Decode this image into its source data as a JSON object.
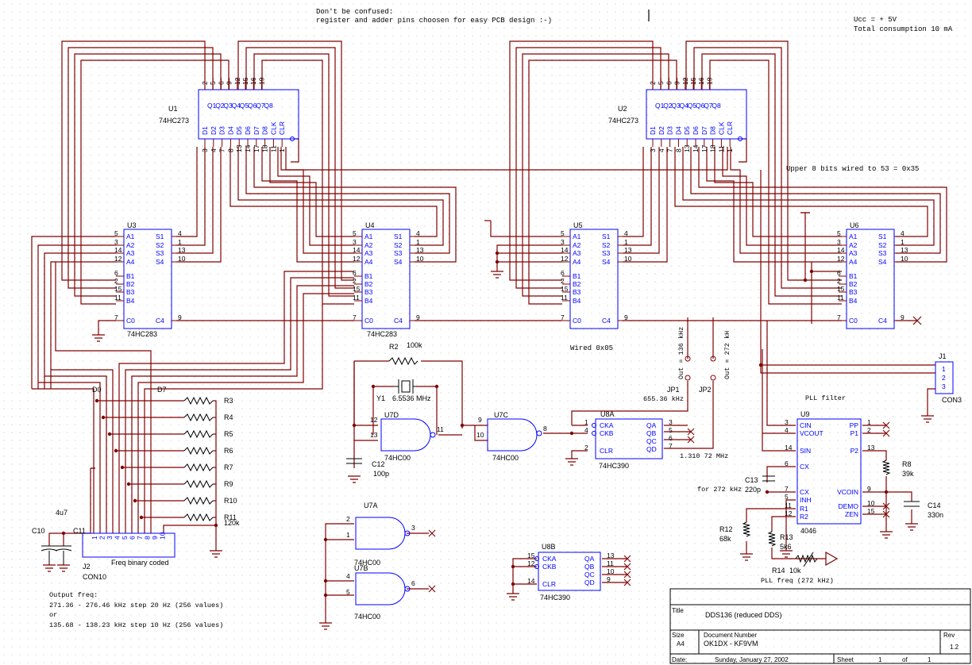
{
  "notes": {
    "note_line1": "Don't be confused:",
    "note_line2": "register and adder pins choosen for easy PCB design :-)",
    "vcc": "Ucc = + 5V",
    "consumption": "Total consumption 10 mA",
    "upper_bits": "Upper 8 bits wired to 53 = 0x35",
    "wired": "Wired 0x05",
    "output_title": "Output freq:",
    "output_line1": "271.36 - 276.46 kHz step 20 Hz (256 values)",
    "output_or": "or",
    "output_line2": "135.68 - 138.23 kHz step 10 Hz (256 values)",
    "pll_filter": "PLL filter",
    "for_272": "for 272 kHz",
    "pll_freq": "PLL freq (272 kHz)",
    "osc_freq": "655.36 kHz",
    "out_freq": "1.310 72 MHz",
    "out_136": "Out = 136 kHz",
    "out_272": "Out = 272 kH"
  },
  "chips": {
    "u1": {
      "ref": "U1",
      "part": "74HC273",
      "top_pins": [
        "Q1",
        "Q2",
        "Q3",
        "Q4",
        "Q5",
        "Q6",
        "Q7",
        "Q8"
      ],
      "top_nums": [
        "2",
        "5",
        "6",
        "9",
        "12",
        "15",
        "16",
        "19"
      ],
      "bot_pins": [
        "D1",
        "D2",
        "D3",
        "D4",
        "D5",
        "D6",
        "D7",
        "D8",
        "CLK",
        "CLR"
      ],
      "bot_nums": [
        "3",
        "4",
        "7",
        "8",
        "13",
        "14",
        "17",
        "18",
        "11",
        "1"
      ]
    },
    "u2": {
      "ref": "U2",
      "part": "74HC273",
      "top_pins": [
        "Q1",
        "Q2",
        "Q3",
        "Q4",
        "Q5",
        "Q6",
        "Q7",
        "Q8"
      ],
      "top_nums": [
        "2",
        "5",
        "6",
        "9",
        "12",
        "15",
        "16",
        "19"
      ],
      "bot_pins": [
        "D1",
        "D2",
        "D3",
        "D4",
        "D5",
        "D6",
        "D7",
        "D8",
        "CLK",
        "CLR"
      ],
      "bot_nums": [
        "3",
        "4",
        "7",
        "8",
        "13",
        "14",
        "17",
        "18",
        "11",
        "1"
      ]
    },
    "u3": {
      "ref": "U3",
      "part": "74HC283"
    },
    "u4": {
      "ref": "U4",
      "part": "74HC283"
    },
    "u5": {
      "ref": "U5",
      "part": "74HC283"
    },
    "u6": {
      "ref": "U6",
      "part": "74HC283"
    },
    "adder_left": [
      "A1",
      "A2",
      "A3",
      "A4",
      "B1",
      "B2",
      "B3",
      "B4",
      "C0"
    ],
    "adder_left_nums": [
      "5",
      "3",
      "14",
      "12",
      "6",
      "2",
      "15",
      "11",
      "7"
    ],
    "adder_right": [
      "S1",
      "S2",
      "S3",
      "S4",
      "C4"
    ],
    "adder_right_nums": [
      "4",
      "1",
      "13",
      "10",
      "9"
    ],
    "u7d": {
      "ref": "U7D",
      "part": "74HC00",
      "pins": [
        "12",
        "13",
        "11"
      ]
    },
    "u7c": {
      "ref": "U7C",
      "part": "74HC00",
      "pins": [
        "9",
        "10",
        "8"
      ]
    },
    "u7a": {
      "ref": "U7A",
      "part": "74HC00",
      "pins": [
        "2",
        "1",
        "3"
      ]
    },
    "u7b": {
      "ref": "U7B",
      "part": "74HC00",
      "pins": [
        "4",
        "5",
        "6"
      ]
    },
    "u8a": {
      "ref": "U8A",
      "part": "74HC390",
      "left": [
        "CKA",
        "CKB",
        "CLR"
      ],
      "left_nums": [
        "1",
        "4",
        "2"
      ],
      "right": [
        "QA",
        "QB",
        "QC",
        "QD"
      ],
      "right_nums": [
        "3",
        "5",
        "6",
        "7"
      ]
    },
    "u8b": {
      "ref": "U8B",
      "part": "74HC390",
      "left": [
        "CKA",
        "CKB",
        "CLR"
      ],
      "left_nums": [
        "15",
        "12",
        "14"
      ],
      "right": [
        "QA",
        "QB",
        "QC",
        "QD"
      ],
      "right_nums": [
        "13",
        "11",
        "10",
        "9"
      ]
    },
    "u9": {
      "ref": "U9",
      "part": "4046",
      "left": [
        "CIN",
        "VCOUT",
        "SIN",
        "CX",
        "CX",
        "INH",
        "R1",
        "R2"
      ],
      "left_nums": [
        "3",
        "4",
        "14",
        "6",
        "7",
        "5",
        "11",
        "12"
      ],
      "right": [
        "PP",
        "P1",
        "P2",
        "VCOIN",
        "DEMO",
        "ZEN"
      ],
      "right_nums": [
        "1",
        "2",
        "13",
        "9",
        "10",
        "15"
      ]
    }
  },
  "passives": {
    "r2": {
      "ref": "R2",
      "value": "100k"
    },
    "y1": {
      "ref": "Y1",
      "value": "6.5536 MHz"
    },
    "c12": {
      "ref": "C12",
      "value": "100p"
    },
    "c10": {
      "ref": "C10",
      "value": "4u7"
    },
    "c11": {
      "ref": "C11"
    },
    "j2": {
      "ref": "J2",
      "value": "CON10",
      "label": "Freq binary coded",
      "pins": [
        "1",
        "2",
        "3",
        "4",
        "5",
        "6",
        "7",
        "8",
        "9",
        "10"
      ]
    },
    "d0": "D0",
    "d7": "D7",
    "resistors": [
      "R3",
      "R4",
      "R5",
      "R6",
      "R7",
      "R9",
      "R10",
      "R11"
    ],
    "r11_value": "120k",
    "jp1": "JP1",
    "jp2": "JP2",
    "j1": {
      "ref": "J1",
      "value": "CON3",
      "pins": [
        "1",
        "2",
        "3"
      ]
    },
    "r8": {
      "ref": "R8",
      "value": "39k"
    },
    "c13": {
      "ref": "C13",
      "value": "220p"
    },
    "c14": {
      "ref": "C14",
      "value": "330n"
    },
    "r12": {
      "ref": "R12",
      "value": "68k"
    },
    "r13": {
      "ref": "R13",
      "value": "5k6"
    },
    "r14": {
      "ref": "R14",
      "value": "10k"
    }
  },
  "title_block": {
    "title_label": "Title",
    "title": "DDS136 (reduced DDS)",
    "size_label": "Size",
    "size": "A4",
    "docnum_label": "Document Number",
    "docnum": "OK1DX - KF9VM",
    "rev_label": "Rev",
    "rev": "1.2",
    "date_label": "Date:",
    "date": "Sunday, January 27, 2002",
    "sheet_label": "Sheet",
    "sheet": "1",
    "of_label": "of",
    "of": "1"
  },
  "colors": {
    "wire": "#800000",
    "part": "#0000ff",
    "text": "#000000",
    "grid": "#c8c8c8"
  }
}
